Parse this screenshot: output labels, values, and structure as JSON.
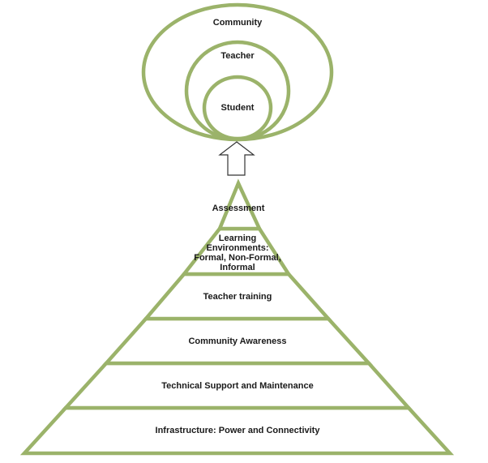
{
  "colors": {
    "outline": "#9bb36a",
    "fill": "#ffffff",
    "text": "#1a1a1a",
    "arrow_outline": "#333333"
  },
  "circles": {
    "outer": "Community",
    "middle": "Teacher",
    "inner": "Student"
  },
  "pyramid": {
    "tiers": [
      {
        "label": "Assessment"
      },
      {
        "label": "Learning",
        "label2": "Environments:",
        "label3": "Formal, Non-Formal,",
        "label4": "Informal"
      },
      {
        "label": "Teacher training"
      },
      {
        "label": "Community Awareness"
      },
      {
        "label": "Technical Support and Maintenance"
      },
      {
        "label": "Infrastructure: Power and Connectivity"
      }
    ]
  }
}
